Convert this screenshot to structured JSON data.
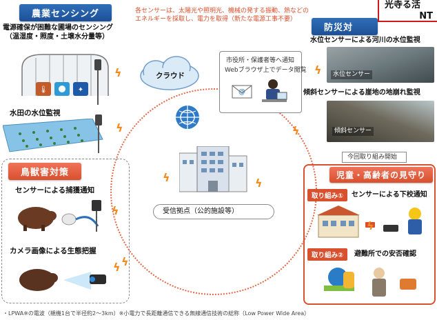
{
  "header_overlay": {
    "line1": "光寺る活",
    "line2": "NT"
  },
  "agri": {
    "title": "農業センシング",
    "greenhouse_caption_1": "電源確保が困難な圃場のセンシング",
    "greenhouse_caption_2": "（温湿度・照度・土壌水分量等）",
    "paddy_caption": "水田の水位監視"
  },
  "animal": {
    "title": "鳥獣害対策",
    "trap_caption": "センサーによる捕獲通知",
    "camera_caption": "カメラ画像による生態把握"
  },
  "center": {
    "sensor_note_1": "各センサーは、太陽光や照明光、機械の発する振動、熱などの",
    "sensor_note_2": "エネルギーを採取し、電力を取得（新たな電源工事不要）",
    "cloud_label": "クラウド",
    "notify_line1": "市役所・保護者等へ通知",
    "notify_line2": "Webブラウザ上でデータ閲覧",
    "base_label": "受信拠点（公的施設等）"
  },
  "disaster": {
    "title": "防災対",
    "river_caption": "水位センサーによる河川の水位監視",
    "river_sensor_label": "水位センサー",
    "slope_caption": "傾斜センサーによる崖地の地崩れ監視",
    "slope_sensor_label": "傾斜センサー"
  },
  "kids": {
    "start_label": "今回取り組み開始",
    "title": "児童・高齢者の見守り",
    "tag1": "取り組み①",
    "tag1_caption": "センサーによる下校通知",
    "tag2": "取り組み②",
    "tag2_caption": "避難所での安否確認"
  },
  "footnote": "・LPWA※の電波（親機1台で半径約2〜3km）※小電力で長距離通信できる無線通信技術の総称（Low Power Wide Area）",
  "colors": {
    "blue": "#1d5096",
    "red": "#d8502e",
    "lightning": "#f28a1c"
  }
}
